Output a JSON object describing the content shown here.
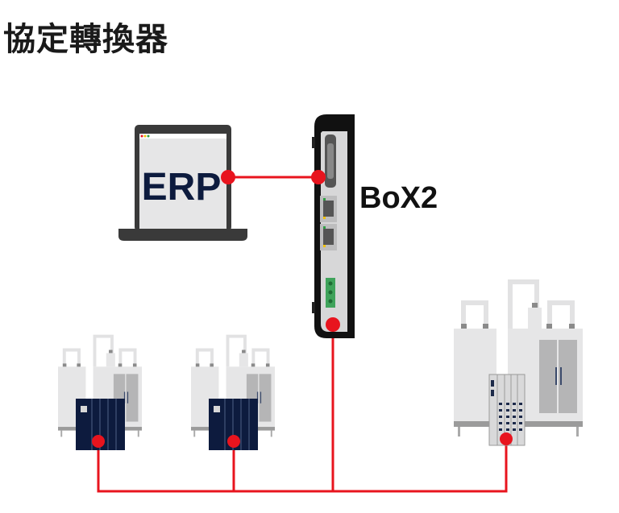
{
  "title": "協定轉換器",
  "laptop": {
    "label": "ERP"
  },
  "gateway": {
    "label": "BoX2"
  },
  "colors": {
    "link": "#e8141e",
    "navy": "#0d1b3e",
    "machine": "#e4e4e5",
    "device": "#1a1a1a"
  }
}
